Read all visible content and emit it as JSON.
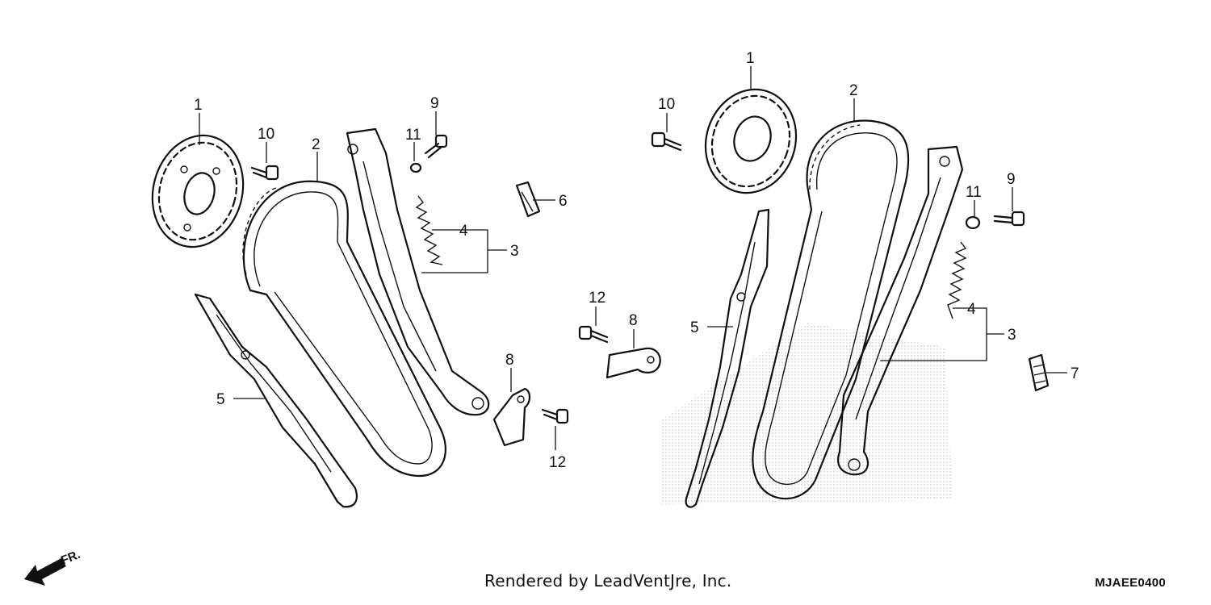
{
  "callouts": {
    "left": {
      "n1": "1",
      "n2": "2",
      "n3": "3",
      "n4": "4",
      "n5": "5",
      "n6": "6",
      "n8": "8",
      "n9": "9",
      "n10": "10",
      "n11": "11",
      "n12a": "12",
      "n12b": "12"
    },
    "right": {
      "n1": "1",
      "n2": "2",
      "n3": "3",
      "n4": "4",
      "n5": "5",
      "n7": "7",
      "n8": "8",
      "n9": "9",
      "n10": "10",
      "n11": "11",
      "n12": "12"
    }
  },
  "direction_marker": {
    "label": "FR.",
    "icon": "arrow-down-left-icon"
  },
  "footer": {
    "credit": "Rendered by LeadVentJre, Inc.",
    "diagram_code": "MJAEE0400"
  },
  "watermark": {
    "icon": "brand-watermark-logo"
  },
  "colors": {
    "ink": "#111111",
    "watermark": "#d4d4d4"
  }
}
